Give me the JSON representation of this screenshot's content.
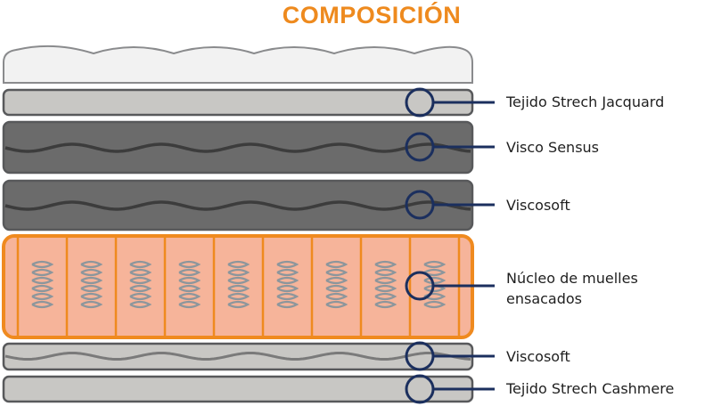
{
  "title": "COMPOSICIÓN",
  "colors": {
    "title": "#ee8a1e",
    "outline": "#58595b",
    "fabric": "#c8c7c4",
    "top_cover": "#f2f2f2",
    "foam_dark": "#6b6b6b",
    "wave_dark": "#3c3c3c",
    "core_fill": "#f6b49a",
    "core_border": "#ef8a1f",
    "spring": "#8c969c",
    "marker": "#1b2f5e",
    "label_text": "#1f1f1f"
  },
  "layers": [
    {
      "id": "cover",
      "label": ""
    },
    {
      "id": "strech-jacquard",
      "label": "Tejido Strech Jacquard"
    },
    {
      "id": "visco-sensus",
      "label": "Visco Sensus"
    },
    {
      "id": "viscosoft-top",
      "label": "Viscosoft"
    },
    {
      "id": "core",
      "label": "Núcleo de muelles\nensacados"
    },
    {
      "id": "viscosoft-bottom",
      "label": "Viscosoft"
    },
    {
      "id": "strech-cashmere",
      "label": "Tejido Strech Cashmere"
    }
  ],
  "core": {
    "pocket_count": 9
  }
}
